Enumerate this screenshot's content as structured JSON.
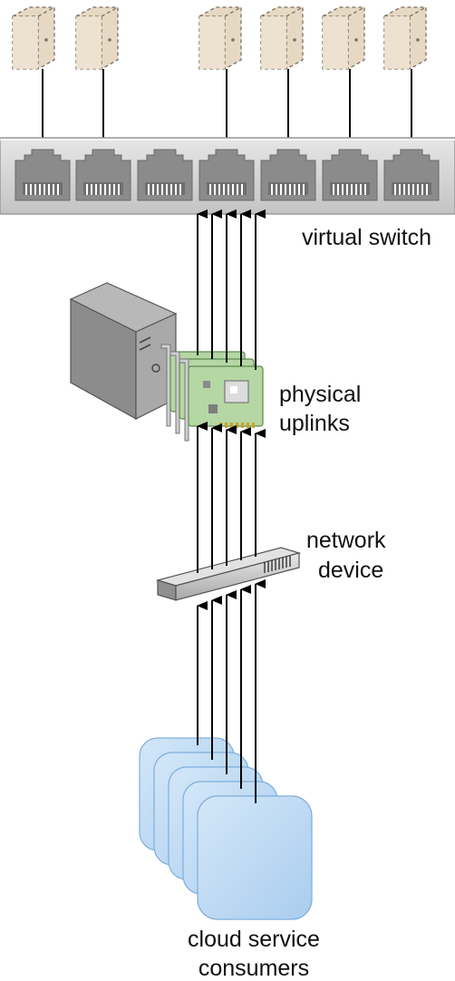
{
  "labels": {
    "virtual_switch": "virtual switch",
    "physical_uplinks_line1": "physical",
    "physical_uplinks_line2": "uplinks",
    "network_device_line1": "network",
    "network_device_line2": "device",
    "cloud_service_consumers_line1": "cloud service",
    "cloud_service_consumers_line2": "consumers"
  },
  "colors": {
    "virtual_server_fill": "#e6d8c2",
    "switch_fill": "#d6d6d6",
    "port_fill": "#8b8b8b",
    "card_fill": "#b5d7a4",
    "consumer_fill": "#bcd8f2",
    "server_tower_fill": "#8c8c8c",
    "arrow_color": "#000000"
  },
  "icons": {
    "virtual_servers": "virtual-server-icon",
    "switch_ports": "ethernet-port-icon",
    "physical_server": "server-tower-icon",
    "nic_cards": "network-card-icon",
    "network_device": "network-device-icon",
    "consumers": "cloud-consumer-icon"
  },
  "counts": {
    "virtual_servers": 6,
    "switch_ports": 7,
    "uplink_arrows": 5,
    "consumer_cards": 5
  }
}
